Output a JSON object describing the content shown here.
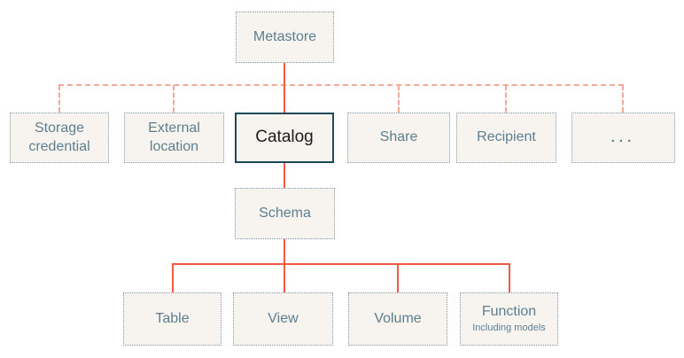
{
  "colors": {
    "background": "#ffffff",
    "box_fill": "#f7f4ef",
    "dotted_border": "#8099a6",
    "label_text": "#5d7e90",
    "catalog_border": "#1b4758",
    "catalog_text": "#1c1c1e",
    "solid_line": "#f25b41",
    "dashed_line": "#f5a79a"
  },
  "diagram": {
    "type": "hierarchy",
    "root": "Metastore",
    "nodes": {
      "metastore": {
        "label": "Metastore"
      },
      "storage_credential": {
        "label": "Storage credential"
      },
      "external_location": {
        "label": "External location"
      },
      "catalog": {
        "label": "Catalog"
      },
      "share": {
        "label": "Share"
      },
      "recipient": {
        "label": "Recipient"
      },
      "more": {
        "label": "..."
      },
      "schema": {
        "label": "Schema"
      },
      "table": {
        "label": "Table"
      },
      "view": {
        "label": "View"
      },
      "volume": {
        "label": "Volume"
      },
      "function": {
        "label": "Function",
        "sublabel": "Including models"
      }
    },
    "edges": [
      {
        "from": "metastore",
        "to": "catalog",
        "style": "solid"
      },
      {
        "from": "metastore",
        "to": "storage_credential",
        "style": "dashed"
      },
      {
        "from": "metastore",
        "to": "external_location",
        "style": "dashed"
      },
      {
        "from": "metastore",
        "to": "share",
        "style": "dashed"
      },
      {
        "from": "metastore",
        "to": "recipient",
        "style": "dashed"
      },
      {
        "from": "metastore",
        "to": "more",
        "style": "dashed"
      },
      {
        "from": "catalog",
        "to": "schema",
        "style": "solid"
      },
      {
        "from": "schema",
        "to": "table",
        "style": "solid"
      },
      {
        "from": "schema",
        "to": "view",
        "style": "solid"
      },
      {
        "from": "schema",
        "to": "volume",
        "style": "solid"
      },
      {
        "from": "schema",
        "to": "function",
        "style": "solid"
      }
    ]
  }
}
